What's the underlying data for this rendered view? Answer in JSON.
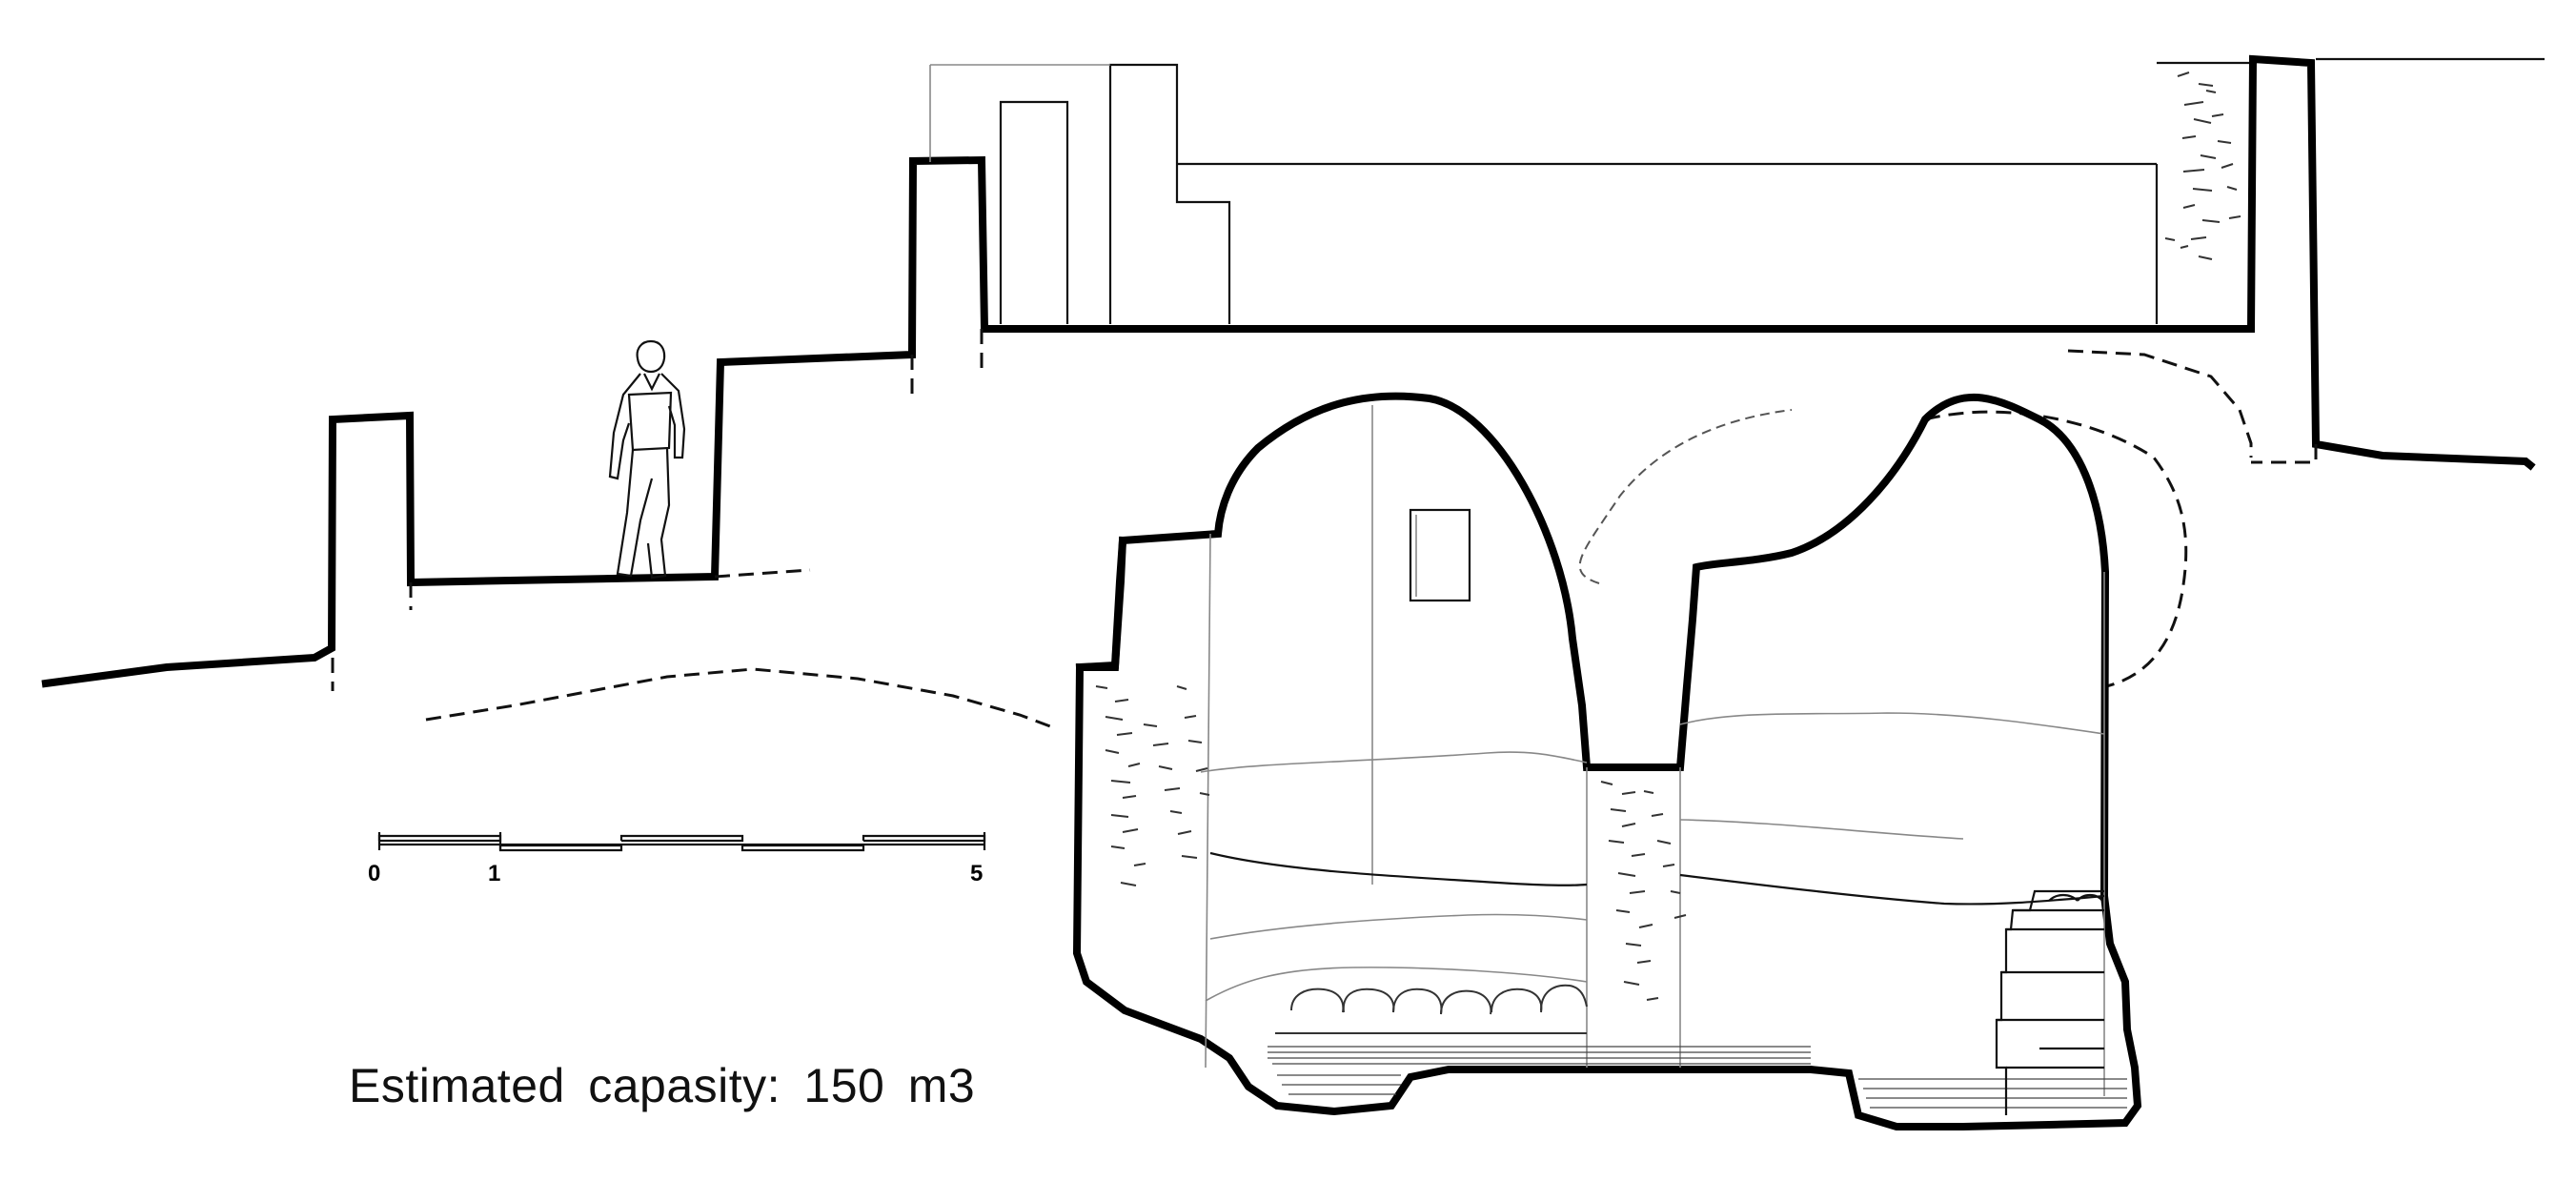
{
  "scale_bar": {
    "labels": [
      "0",
      "1",
      "5"
    ]
  },
  "caption": {
    "text": "Estimated  capasity:  150 m3"
  }
}
